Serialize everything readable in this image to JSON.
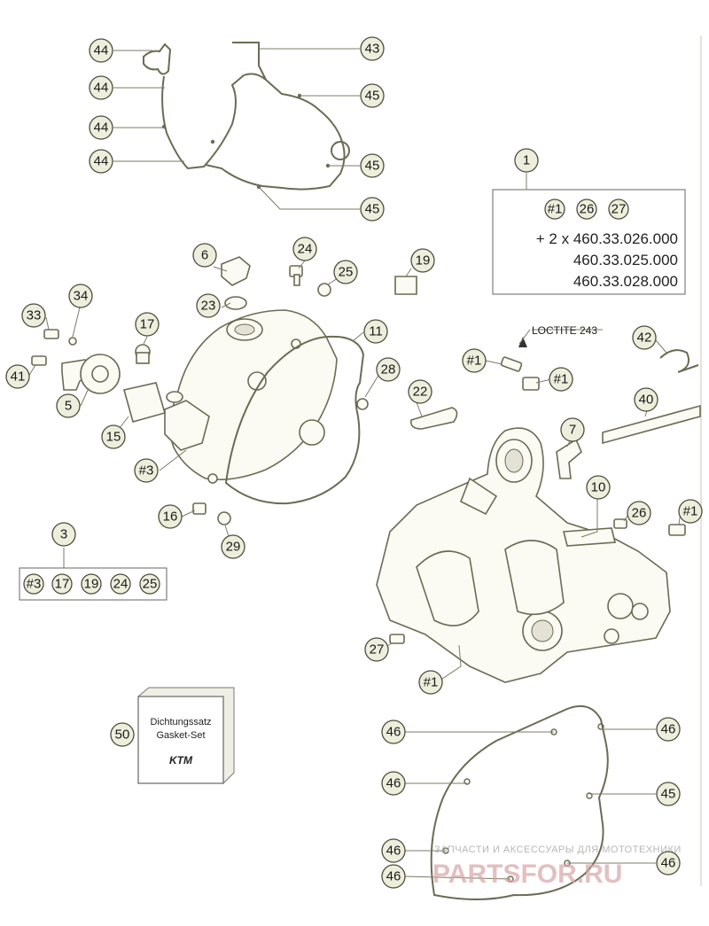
{
  "callouts": [
    {
      "id": "c44a",
      "label": "44"
    },
    {
      "id": "c44b",
      "label": "44"
    },
    {
      "id": "c44c",
      "label": "44"
    },
    {
      "id": "c44d",
      "label": "44"
    },
    {
      "id": "c43",
      "label": "43"
    },
    {
      "id": "c45a",
      "label": "45"
    },
    {
      "id": "c45b",
      "label": "45"
    },
    {
      "id": "c45c",
      "label": "45"
    },
    {
      "id": "c1",
      "label": "1"
    },
    {
      "id": "c6",
      "label": "6"
    },
    {
      "id": "c24",
      "label": "24"
    },
    {
      "id": "c25",
      "label": "25"
    },
    {
      "id": "c19",
      "label": "19"
    },
    {
      "id": "c23",
      "label": "23"
    },
    {
      "id": "c34",
      "label": "34"
    },
    {
      "id": "c33",
      "label": "33"
    },
    {
      "id": "c17",
      "label": "17"
    },
    {
      "id": "c11",
      "label": "11"
    },
    {
      "id": "c41",
      "label": "41"
    },
    {
      "id": "c28",
      "label": "28"
    },
    {
      "id": "c5",
      "label": "5"
    },
    {
      "id": "c15",
      "label": "15"
    },
    {
      "id": "c22",
      "label": "22"
    },
    {
      "id": "c42",
      "label": "42"
    },
    {
      "id": "c1a",
      "label": "#1"
    },
    {
      "id": "c1b",
      "label": "#1"
    },
    {
      "id": "c40",
      "label": "40"
    },
    {
      "id": "c3a",
      "label": "#3"
    },
    {
      "id": "c7",
      "label": "7"
    },
    {
      "id": "c10",
      "label": "10"
    },
    {
      "id": "c16",
      "label": "16"
    },
    {
      "id": "c26",
      "label": "26"
    },
    {
      "id": "c1c",
      "label": "#1"
    },
    {
      "id": "c29",
      "label": "29"
    },
    {
      "id": "c3",
      "label": "3"
    },
    {
      "id": "c27",
      "label": "27"
    },
    {
      "id": "c1d",
      "label": "#1"
    },
    {
      "id": "c50",
      "label": "50"
    },
    {
      "id": "c46a",
      "label": "46"
    },
    {
      "id": "c46b",
      "label": "46"
    },
    {
      "id": "c46c",
      "label": "46"
    },
    {
      "id": "c45d",
      "label": "45"
    },
    {
      "id": "c46d",
      "label": "46"
    },
    {
      "id": "c46e",
      "label": "46"
    },
    {
      "id": "c46f",
      "label": "46"
    }
  ],
  "kit1": {
    "items": [
      "#1",
      "26",
      "27"
    ],
    "lines": [
      "+ 2 x 460.33.026.000",
      "460.33.025.000",
      "460.33.028.000"
    ]
  },
  "kit3": {
    "items": [
      "#3",
      "17",
      "19",
      "24",
      "25"
    ]
  },
  "loctite": "LOCTITE 243",
  "gasket_set": {
    "line1": "Dichtungssatz",
    "line2": "Gasket-Set",
    "brand": "KTM"
  },
  "watermark": {
    "line1": "ЗАПЧАСТИ И АКСЕССУАРЫ ДЛЯ МОТОТЕХНИКИ",
    "line2": "PARTSFOR.RU"
  }
}
